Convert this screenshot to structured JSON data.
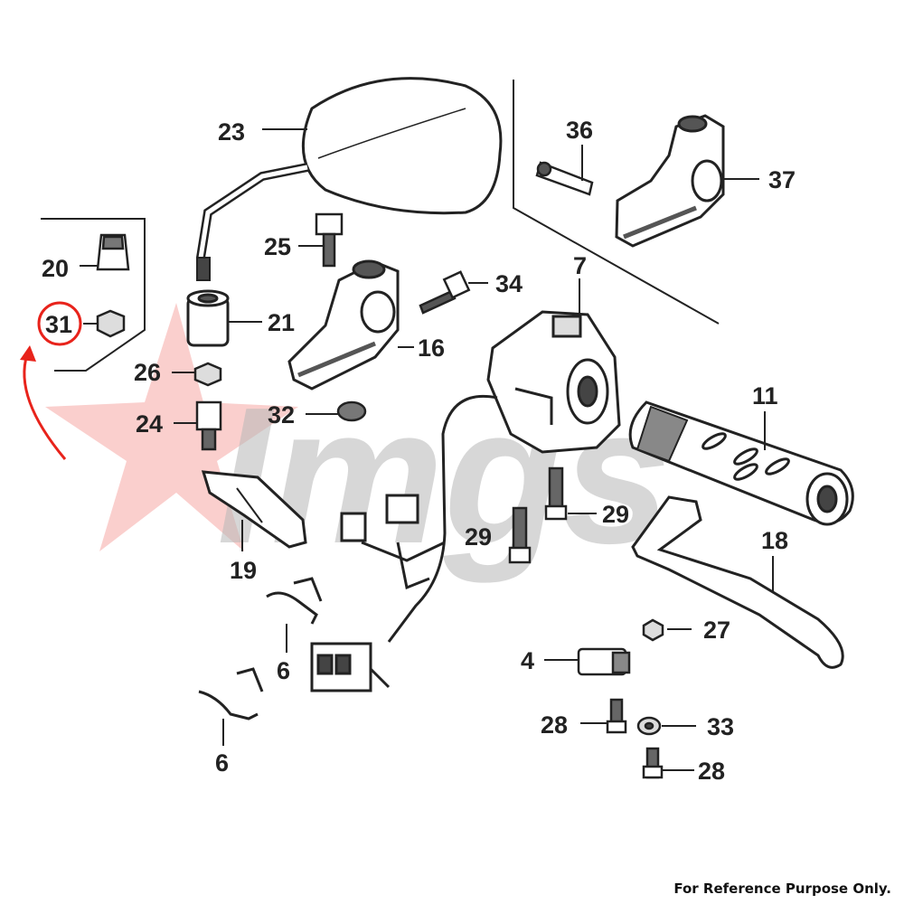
{
  "footer_text": "For Reference Purpose Only.",
  "watermark_text": "Imgs",
  "highlight_color": "#e8231b",
  "parts": [
    {
      "id": "p23",
      "label": "23"
    },
    {
      "id": "p36",
      "label": "36"
    },
    {
      "id": "p37",
      "label": "37"
    },
    {
      "id": "p20",
      "label": "20"
    },
    {
      "id": "p25",
      "label": "25"
    },
    {
      "id": "p31",
      "label": "31",
      "highlighted": true
    },
    {
      "id": "p21",
      "label": "21"
    },
    {
      "id": "p34",
      "label": "34"
    },
    {
      "id": "p7",
      "label": "7"
    },
    {
      "id": "p16",
      "label": "16"
    },
    {
      "id": "p26",
      "label": "26"
    },
    {
      "id": "p32",
      "label": "32"
    },
    {
      "id": "p24",
      "label": "24"
    },
    {
      "id": "p11",
      "label": "11"
    },
    {
      "id": "p29a",
      "label": "29"
    },
    {
      "id": "p29b",
      "label": "29"
    },
    {
      "id": "p18",
      "label": "18"
    },
    {
      "id": "p19",
      "label": "19"
    },
    {
      "id": "p6a",
      "label": "6"
    },
    {
      "id": "p27",
      "label": "27"
    },
    {
      "id": "p4",
      "label": "4"
    },
    {
      "id": "p28a",
      "label": "28"
    },
    {
      "id": "p33",
      "label": "33"
    },
    {
      "id": "p28b",
      "label": "28"
    },
    {
      "id": "p6b",
      "label": "6"
    }
  ]
}
